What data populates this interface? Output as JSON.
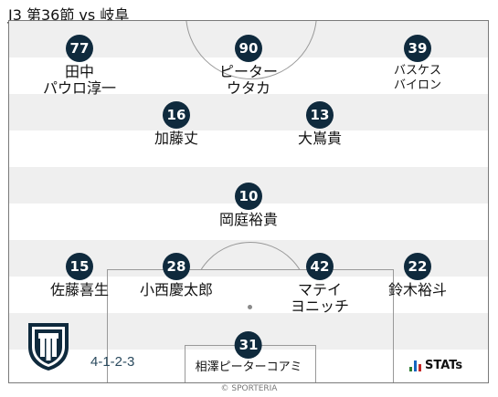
{
  "header": {
    "title": "J3 第36節 vs 岐阜"
  },
  "formation": "4-1-2-3",
  "stats_logo": {
    "text": "STATs",
    "bar_colors": [
      "#2e7d32",
      "#1565c0",
      "#c62828"
    ]
  },
  "footer": {
    "copyright": "© SPORTERIA"
  },
  "colors": {
    "badge": "#0f2a3d",
    "pitch_stripe": "#efefef",
    "formation_text": "#2a4a5e"
  },
  "players": {
    "fw_left": {
      "number": "77",
      "name_line1": "田中",
      "name_line2": "パウロ淳一"
    },
    "fw_center": {
      "number": "90",
      "name_line1": "ピーター",
      "name_line2": "ウタカ"
    },
    "fw_right": {
      "number": "39",
      "name_line1": "バスケス",
      "name_line2": "バイロン"
    },
    "om_left": {
      "number": "16",
      "name_line1": "加藤丈"
    },
    "om_right": {
      "number": "13",
      "name_line1": "大嶌貴"
    },
    "dm": {
      "number": "10",
      "name_line1": "岡庭裕貴"
    },
    "df_lb": {
      "number": "15",
      "name_line1": "佐藤喜生"
    },
    "df_lcb": {
      "number": "28",
      "name_line1": "小西慶太郎"
    },
    "df_rcb": {
      "number": "42",
      "name_line1": "マテイ",
      "name_line2": "ヨニッチ"
    },
    "df_rb": {
      "number": "22",
      "name_line1": "鈴木裕斗"
    },
    "gk": {
      "number": "31",
      "name_line1": "相澤ピーターコアミ"
    }
  }
}
